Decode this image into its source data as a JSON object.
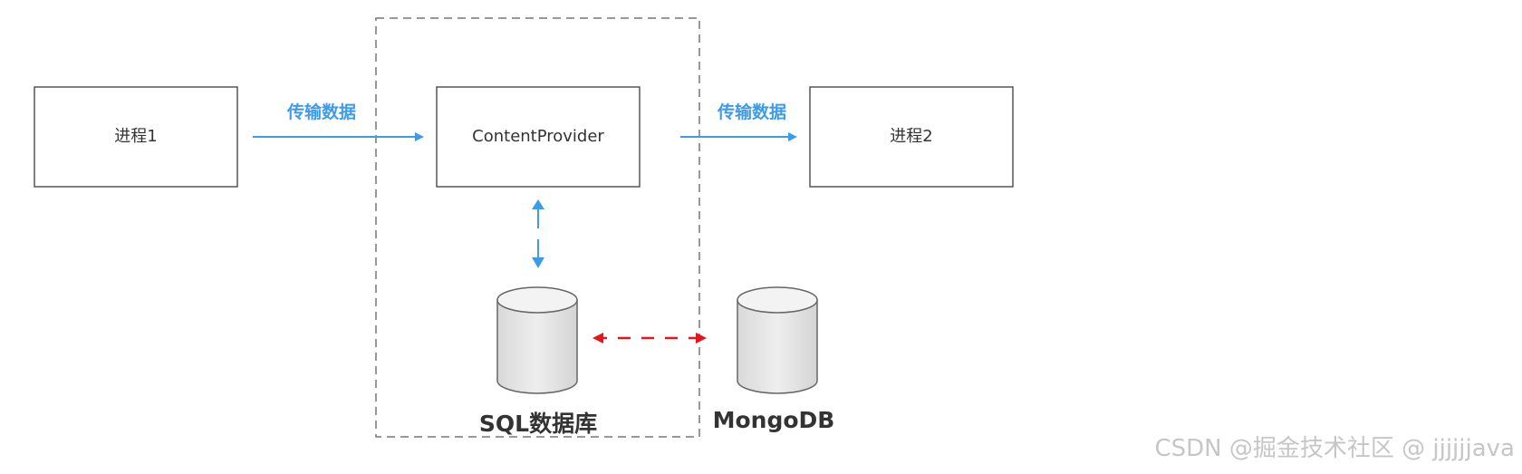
{
  "boxes": {
    "process1": "进程1",
    "content_provider": "ContentProvider",
    "process2": "进程2"
  },
  "arrows": {
    "left_label": "传输数据",
    "right_label": "传输数据"
  },
  "databases": {
    "sql": "SQL数据库",
    "mongo": "MongoDB"
  },
  "watermark": "CSDN @掘金技术社区 @ jjjjjjava",
  "colors": {
    "flow_arrow": "#3d9be9",
    "sync_arrow": "#e8141b"
  }
}
